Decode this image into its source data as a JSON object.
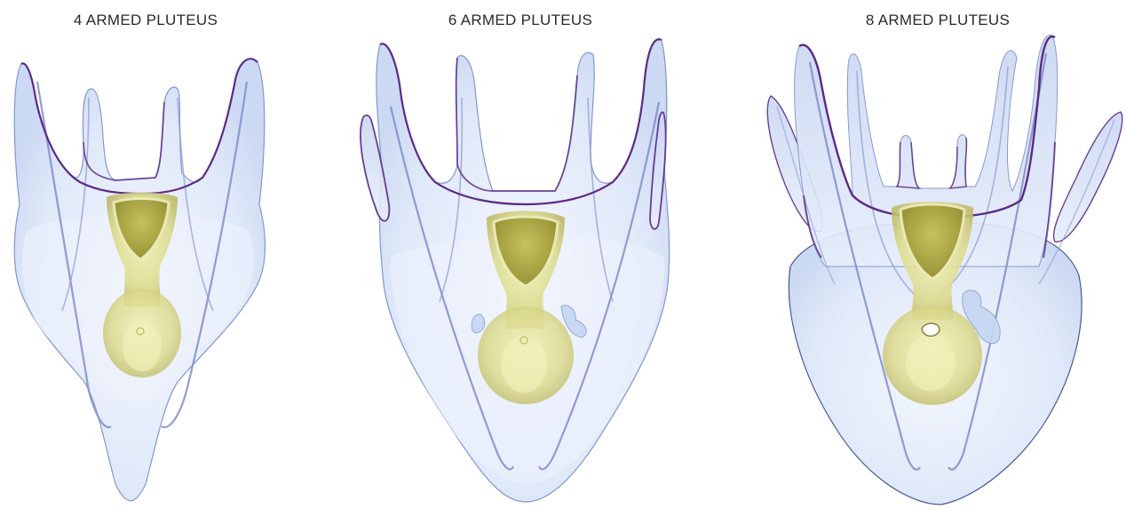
{
  "panels": [
    {
      "label": "4 ARMED PLUTEUS"
    },
    {
      "label": "6 ARMED PLUTEUS"
    },
    {
      "label": "8 ARMED PLUTEUS"
    }
  ],
  "colors": {
    "body_fill": "#dbe6f8",
    "body_edge": "#6b83c4",
    "ciliated_band": "#5c2a86",
    "skeleton_rod": "#7f8cc9",
    "gut_fill": "#d6d68a",
    "gut_dark": "#a8a23d",
    "background": "#ffffff"
  }
}
